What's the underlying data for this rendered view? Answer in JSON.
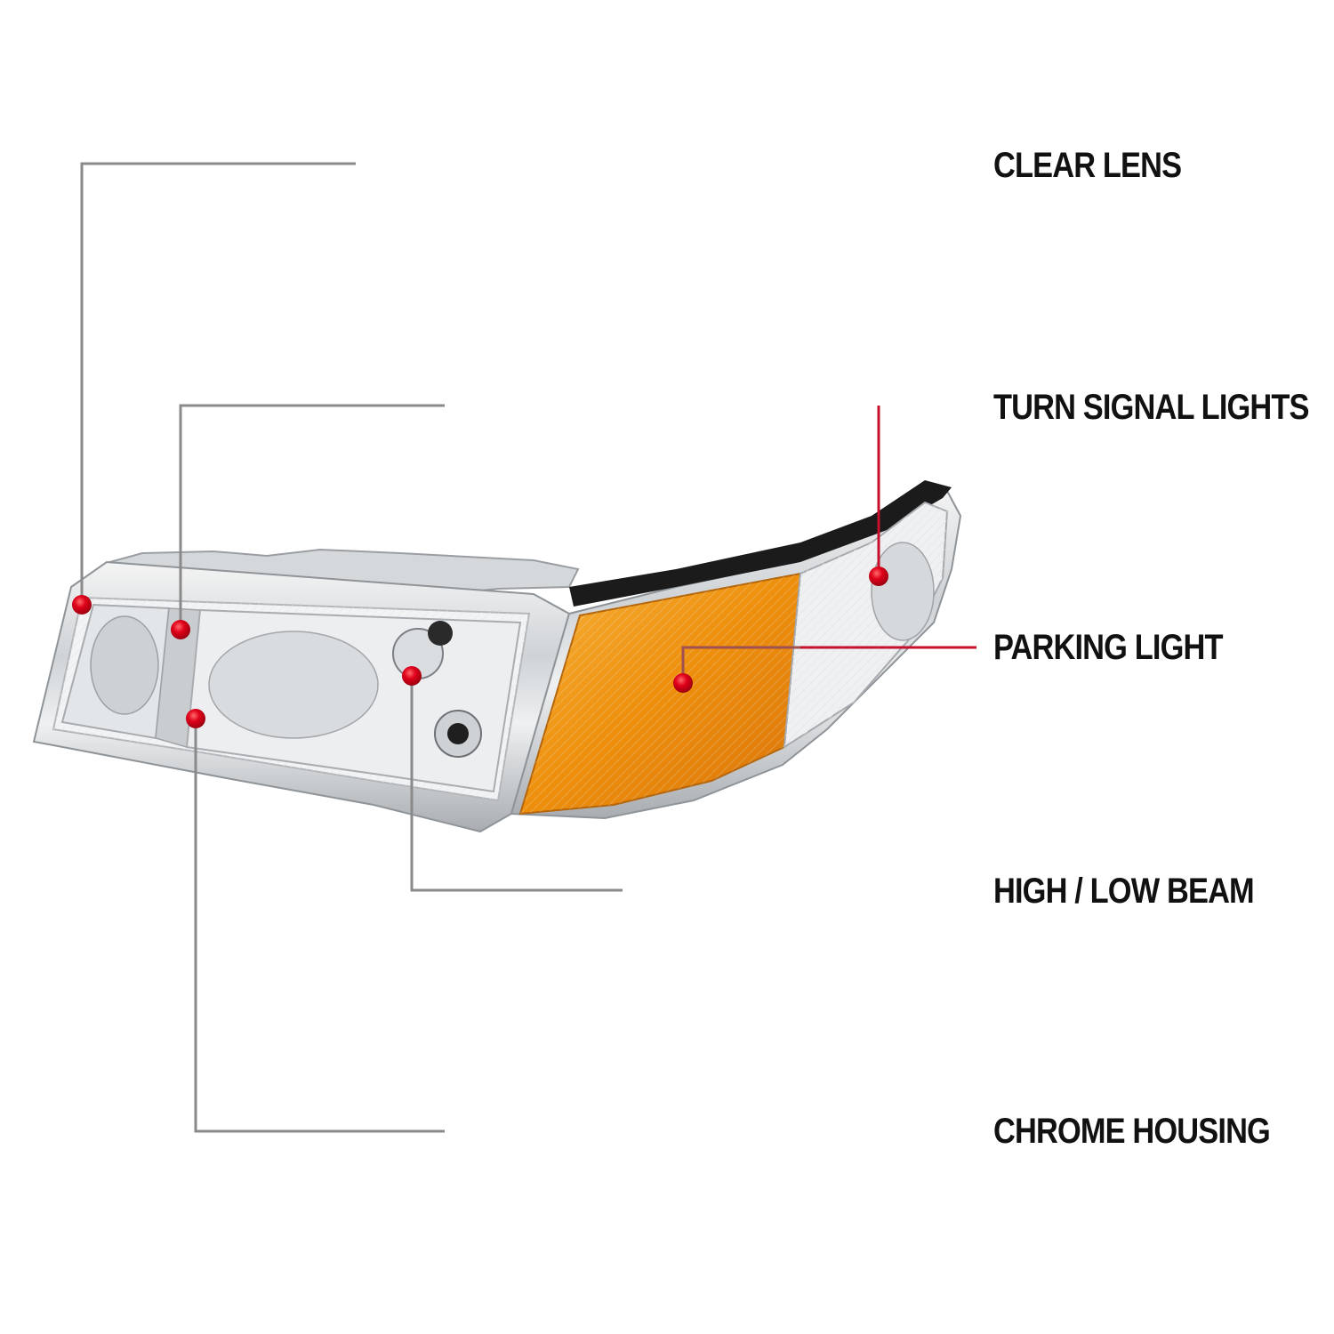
{
  "callouts": {
    "clear_lens": "CLEAR LENS",
    "turn_signal_lights": "TURN SIGNAL LIGHTS",
    "parking_light": "PARKING LIGHT",
    "high_low_beam": "HIGH / LOW BEAM",
    "chrome_housing": "CHROME HOUSING"
  },
  "colors": {
    "leader_gray": "#8a8a8a",
    "leader_red": "#c8102e",
    "marker_red": "#e0001a",
    "amber_lens": "#f29a10",
    "label_text": "#111111"
  }
}
